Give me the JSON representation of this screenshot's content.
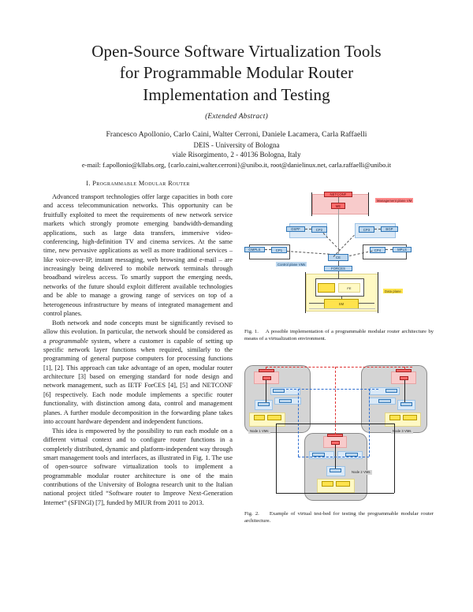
{
  "paper": {
    "title_lines": [
      "Open-Source Software Virtualization Tools",
      "for Programmable Modular Router",
      "Implementation and Testing"
    ],
    "subtitle": "(Extended Abstract)",
    "authors": "Francesco Apollonio, Carlo Caini, Walter Cerroni, Daniele Lacamera, Carla Raffaelli",
    "affiliation": "DEIS - University of Bologna",
    "address": "viale Risorgimento, 2 - 40136 Bologna, Italy",
    "email": "e-mail: f.apollonio@kllabs.org, {carlo.caini,walter.cerroni}@unibo.it, root@danielinux.net, carla.raffaelli@unibo.it"
  },
  "section": {
    "number": "I.",
    "heading": "Programmable Modular Router"
  },
  "paragraphs": {
    "p1": "Advanced transport technologies offer large capacities in both core and access telecommunication networks. This opportunity can be fruitfully exploited to meet the requirements of new network service markets which strongly promote emerging bandwidth-demanding applications, such as large data transfers, immersive video-conferencing, high-definition TV and cinema services. At the same time, new pervasive applications as well as more traditional services – like voice-over-IP, instant messaging, web browsing and e-mail – are increasingly being delivered to mobile network terminals through broadband wireless access. To smartly support the emerging needs, networks of the future should exploit different available technologies and be able to manage a growing range of services on top of a heterogeneous infrastructure by means of integrated management and control planes.",
    "p2a": "Both network and node concepts must be significantly revised to allow this evolution. In particular, the network should be considered as a ",
    "p2_italic": "programmable",
    "p2b": " system, where a customer is capable of setting up specific network layer functions when required, similarly to the programming of general purpose computers for processing functions [1], [2]. This approach can take advantage of an open, modular router architecture [3] based on emerging standard for node design and network management, such as IETF ForCES [4], [5] and NETCONF [6] respectively. Each node module implements a specific router functionality, with distinction among data, control and management planes. A further module decomposition in the forwarding plane takes into account hardware dependent and independent functions.",
    "p3": "This idea is empowered by the possibility to run each module on a different virtual context and to configure router functions in a completely distributed, dynamic and platform-independent way through smart management tools and interfaces, as illustrated in Fig. 1. The use of open-source software virtualization tools to implement a programmable modular router architecture is one of the main contributions of the University of Bologna research unit to the Italian national project titled “Software router to Improve Next-Generation Internet” (SFINGI) [7], funded by MIUR from 2011 to 2013."
  },
  "figure1": {
    "label": "Fig. 1.",
    "caption": "A possible implementation of a programmable modular router architecture by means of a virtualization environment.",
    "nodes": {
      "netconf": "NETCONF",
      "me": "ME",
      "ospf": "OSPF",
      "cp2": "CP2",
      "cp3": "CP3",
      "bgp": "BGP",
      "gmpls": "GMPLS",
      "cp1": "CP1",
      "cp4": "CP4",
      "mpls": "MPLS",
      "ce": "CE",
      "forces": "FORCES",
      "fe": "FE",
      "sm": "SM"
    },
    "plane_labels": {
      "management": "Management plane VM",
      "control": "Control plane VMs",
      "data": "Data plane"
    }
  },
  "figure2": {
    "label": "Fig. 2.",
    "caption": "Example of virtual test-bed for testing the programmable modular router architecture.",
    "node_labels": {
      "node1": "Node 1 VMs",
      "node2": "Node 2 VMs",
      "node3": "Node 3 VMs"
    }
  },
  "colors": {
    "management_plane": "#f8cbcb",
    "control_plane": "#bdd7ee",
    "data_plane": "#fff9c4",
    "accent_red": "#ff6b6b",
    "accent_blue": "#5b9bd5",
    "accent_yellow": "#ffe34d",
    "vm_group": "#d4d4d4"
  }
}
